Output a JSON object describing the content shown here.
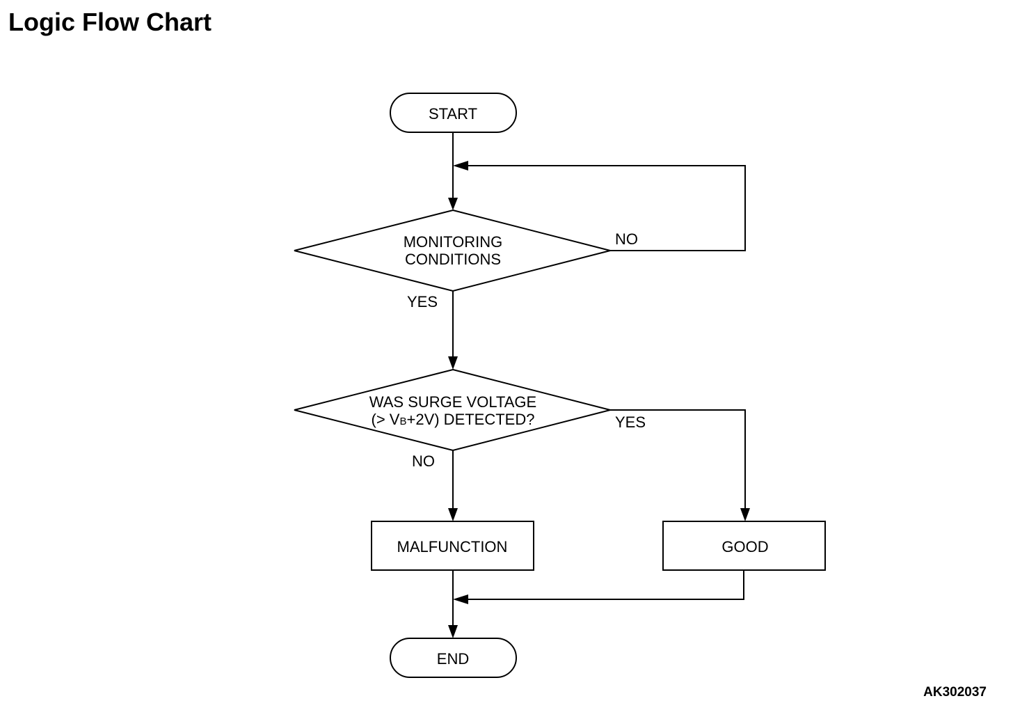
{
  "title": "Logic Flow Chart",
  "figure_id": "AK302037",
  "nodes": {
    "start": "START",
    "monitoring_line1": "MONITORING",
    "monitoring_line2": "CONDITIONS",
    "surge_line1": "WAS SURGE VOLTAGE",
    "surge_line2_prefix": "(> V",
    "surge_line2_subscript": "B",
    "surge_line2_suffix": "+2V) DETECTED?",
    "malfunction": "MALFUNCTION",
    "good": "GOOD",
    "end": "END"
  },
  "branch_labels": {
    "monitoring_no": "NO",
    "monitoring_yes": "YES",
    "surge_yes": "YES",
    "surge_no": "NO"
  }
}
